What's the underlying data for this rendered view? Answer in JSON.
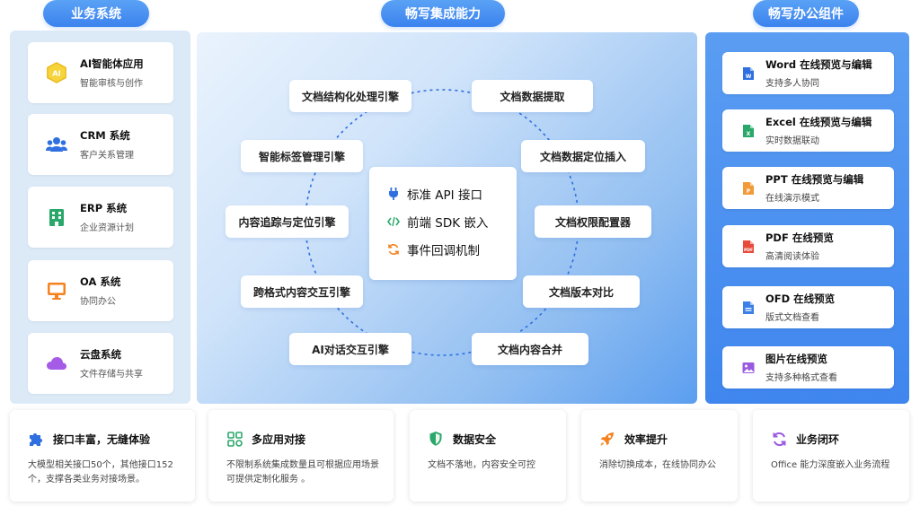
{
  "headers": {
    "left": "业务系统",
    "center": "畅写集成能力",
    "right": "畅写办公组件"
  },
  "systems": [
    {
      "title": "AI智能体应用",
      "sub": "智能审核与创作",
      "icon": "ai-badge-icon"
    },
    {
      "title": "CRM 系统",
      "sub": "客户关系管理",
      "icon": "users-icon"
    },
    {
      "title": "ERP 系统",
      "sub": "企业资源计划",
      "icon": "building-icon"
    },
    {
      "title": "OA 系统",
      "sub": "协同办公",
      "icon": "monitor-icon"
    },
    {
      "title": "云盘系统",
      "sub": "文件存储与共享",
      "icon": "cloud-icon"
    }
  ],
  "engines": {
    "struct": "文档结构化处理引擎",
    "extract": "文档数据提取",
    "tag": "智能标签管理引擎",
    "locate_insert": "文档数据定位插入",
    "trace": "内容追踪与定位引擎",
    "perm": "文档权限配置器",
    "cross": "跨格式内容交互引擎",
    "version": "文档版本对比",
    "ai_chat": "AI对话交互引擎",
    "merge": "文档内容合并"
  },
  "hub": {
    "api": "标准 API 接口",
    "sdk": "前端 SDK 嵌入",
    "callback": "事件回调机制"
  },
  "components": [
    {
      "title": "Word 在线预览与编辑",
      "sub": "支持多人协同",
      "icon": "word-file-icon",
      "color": "#2f6fe0"
    },
    {
      "title": "Excel 在线预览与编辑",
      "sub": "实时数据联动",
      "icon": "excel-file-icon",
      "color": "#2aa86a"
    },
    {
      "title": "PPT 在线预览与编辑",
      "sub": "在线演示模式",
      "icon": "ppt-file-icon",
      "color": "#f29a3a"
    },
    {
      "title": "PDF 在线预览",
      "sub": "高清阅读体验",
      "icon": "pdf-file-icon",
      "color": "#e84b3c"
    },
    {
      "title": "OFD 在线预览",
      "sub": "版式文档查看",
      "icon": "ofd-file-icon",
      "color": "#3b7fe8"
    },
    {
      "title": "图片在线预览",
      "sub": "支持多种格式查看",
      "icon": "image-file-icon",
      "color": "#9a5ae0"
    }
  ],
  "features": [
    {
      "title": "接口丰富，无缝体验",
      "desc": "大模型相关接口50个，其他接口152个，支撑各类业务对接场景。",
      "icon": "puzzle-icon"
    },
    {
      "title": "多应用对接",
      "desc": "不限制系统集成数量且可根据应用场景可提供定制化服务 。",
      "icon": "apps-grid-icon"
    },
    {
      "title": "数据安全",
      "desc": "文档不落地，内容安全可控",
      "icon": "shield-icon"
    },
    {
      "title": "效率提升",
      "desc": "消除切换成本，在线协同办公",
      "icon": "rocket-icon"
    },
    {
      "title": "业务闭环",
      "desc": "Office 能力深度嵌入业务流程",
      "icon": "loop-icon"
    }
  ]
}
